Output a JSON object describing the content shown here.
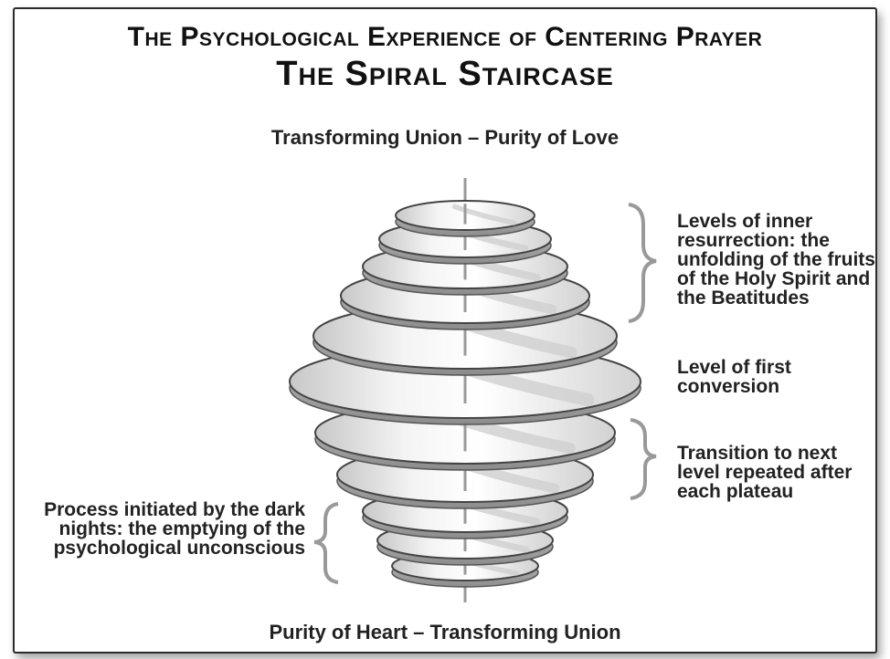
{
  "title": {
    "line1": "The Psychological Experience of Centering Prayer",
    "line2": "The Spiral Staircase"
  },
  "labels": {
    "top": "Transforming Union – Purity of Love",
    "bottom": "Purity of Heart – Transforming Union",
    "inner_resurrection": "Levels of inner resurrection: the unfolding of the fruits of the Holy Spirit and the Beatitudes",
    "first_conversion": "Level of first conversion",
    "transition": "Transition to next level repeated after each plateau",
    "dark_nights": "Process initiated by the dark nights: the emptying of the psychological unconscious"
  }
}
